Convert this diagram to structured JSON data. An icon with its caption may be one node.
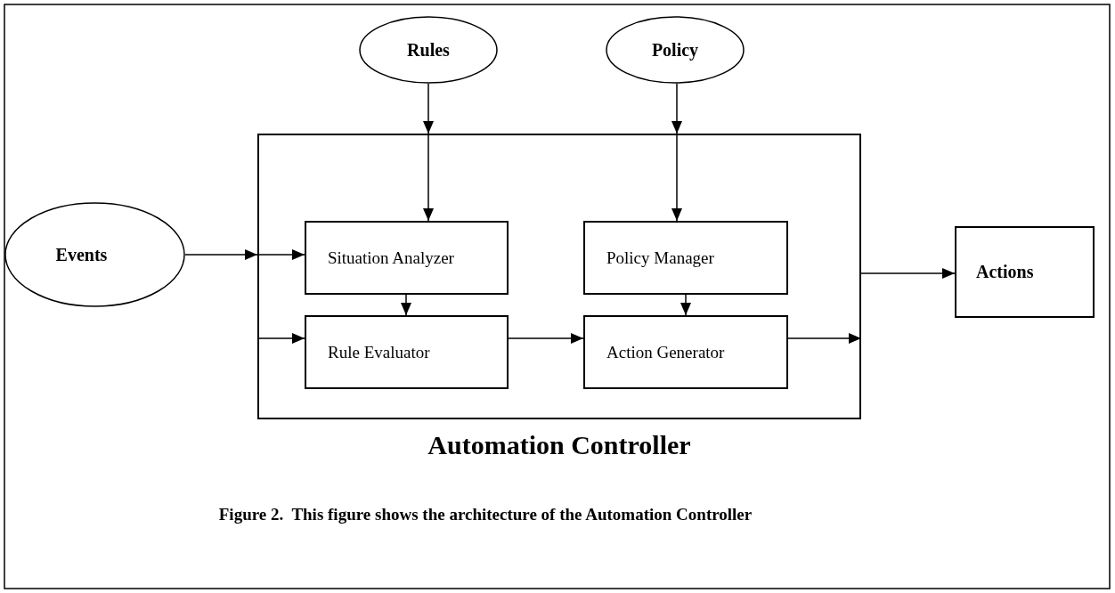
{
  "diagram": {
    "caption": "Figure 2.  This figure shows the architecture of the Automation Controller",
    "nodes": [
      {
        "text": [
          "Rules"
        ]
      },
      {
        "text": [
          "Policy"
        ]
      },
      {
        "text": [
          "Automation Controller"
        ]
      },
      {
        "text": [
          "Situation Analyzer"
        ],
        "in": 2
      },
      {
        "text": [
          "Policy Manager"
        ],
        "in": 2
      },
      {
        "text": [
          "Rule Evaluator"
        ],
        "in": 2
      },
      {
        "text": [
          "Action Generator"
        ],
        "in": 2
      },
      {
        "text": [
          "Events"
        ]
      },
      {
        "text": [
          "Actions"
        ]
      }
    ],
    "edges": [
      {
        "from": 0,
        "to": 2,
        "arrow": "to"
      },
      {
        "from": 2,
        "to": 3,
        "arrow": "to"
      },
      {
        "from": 1,
        "to": 2,
        "arrow": "to"
      },
      {
        "from": 2,
        "to": 4,
        "arrow": "to"
      },
      {
        "from": 7,
        "to": 2,
        "arrow": "to"
      },
      {
        "from": 2,
        "to": 3,
        "arrow": "to"
      },
      {
        "from": 2,
        "to": 5,
        "arrow": "to"
      },
      {
        "from": 3,
        "to": 5,
        "arrow": "to"
      },
      {
        "from": 4,
        "to": 6,
        "arrow": "to"
      },
      {
        "from": 5,
        "to": 6,
        "arrow": "to"
      },
      {
        "from": 6,
        "to": 2,
        "arrow": "to"
      },
      {
        "from": 2,
        "to": 8,
        "arrow": "to"
      }
    ]
  }
}
